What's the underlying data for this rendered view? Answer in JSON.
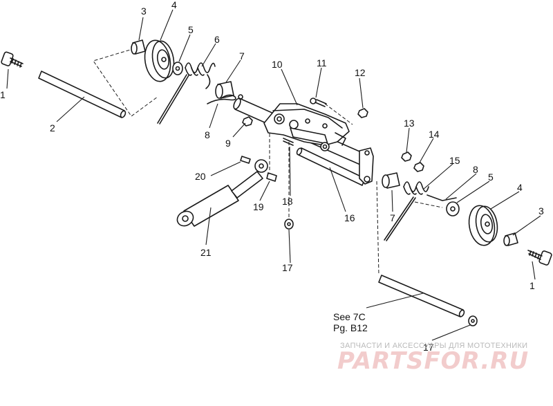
{
  "diagram": {
    "callouts": {
      "c1a": "1",
      "c1b": "1",
      "c2": "2",
      "c3a": "3",
      "c3b": "3",
      "c4a": "4",
      "c4b": "4",
      "c5a": "5",
      "c5b": "5",
      "c6": "6",
      "c7a": "7",
      "c7b": "7",
      "c8a": "8",
      "c8b": "8",
      "c9": "9",
      "c10": "10",
      "c11": "11",
      "c12": "12",
      "c13": "13",
      "c14": "14",
      "c15": "15",
      "c16": "16",
      "c17a": "17",
      "c17b": "17",
      "c18": "18",
      "c19": "19",
      "c20": "20",
      "c21": "21"
    },
    "reference_note": {
      "line1": "See 7C",
      "line2": "Pg. B12"
    },
    "watermark": {
      "text": "ЗАПЧАСТИ И АКСЕССУАРЫ ДЛЯ МОТОТЕХНИКИ",
      "logo": "PARTSFOR.RU",
      "text_color": "#b9b9b9",
      "logo_color": "#e8a3a3"
    },
    "line_color": "#1a1a1a"
  }
}
